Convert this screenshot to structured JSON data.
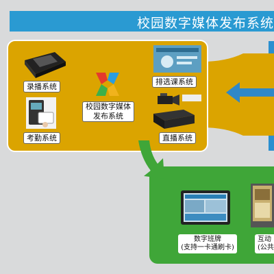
{
  "title": "校园数字媒体发布系统",
  "labels": {
    "record": "录播系统",
    "attendance": "考勤系统",
    "center_line1": "校园数字媒体",
    "center_line2": "发布系统",
    "course": "排选课系统",
    "live": "直播系统",
    "class_board": "数字班牌",
    "class_board_sub": "(支持一卡通刷卡)",
    "interactive": "互动",
    "interactive_sub": "(公共"
  },
  "colors": {
    "title_blue": "#2a9ad2",
    "panel_yellow": "#dba400",
    "panel_green": "#3fa638",
    "arrow_blue": "#2f88c8"
  }
}
